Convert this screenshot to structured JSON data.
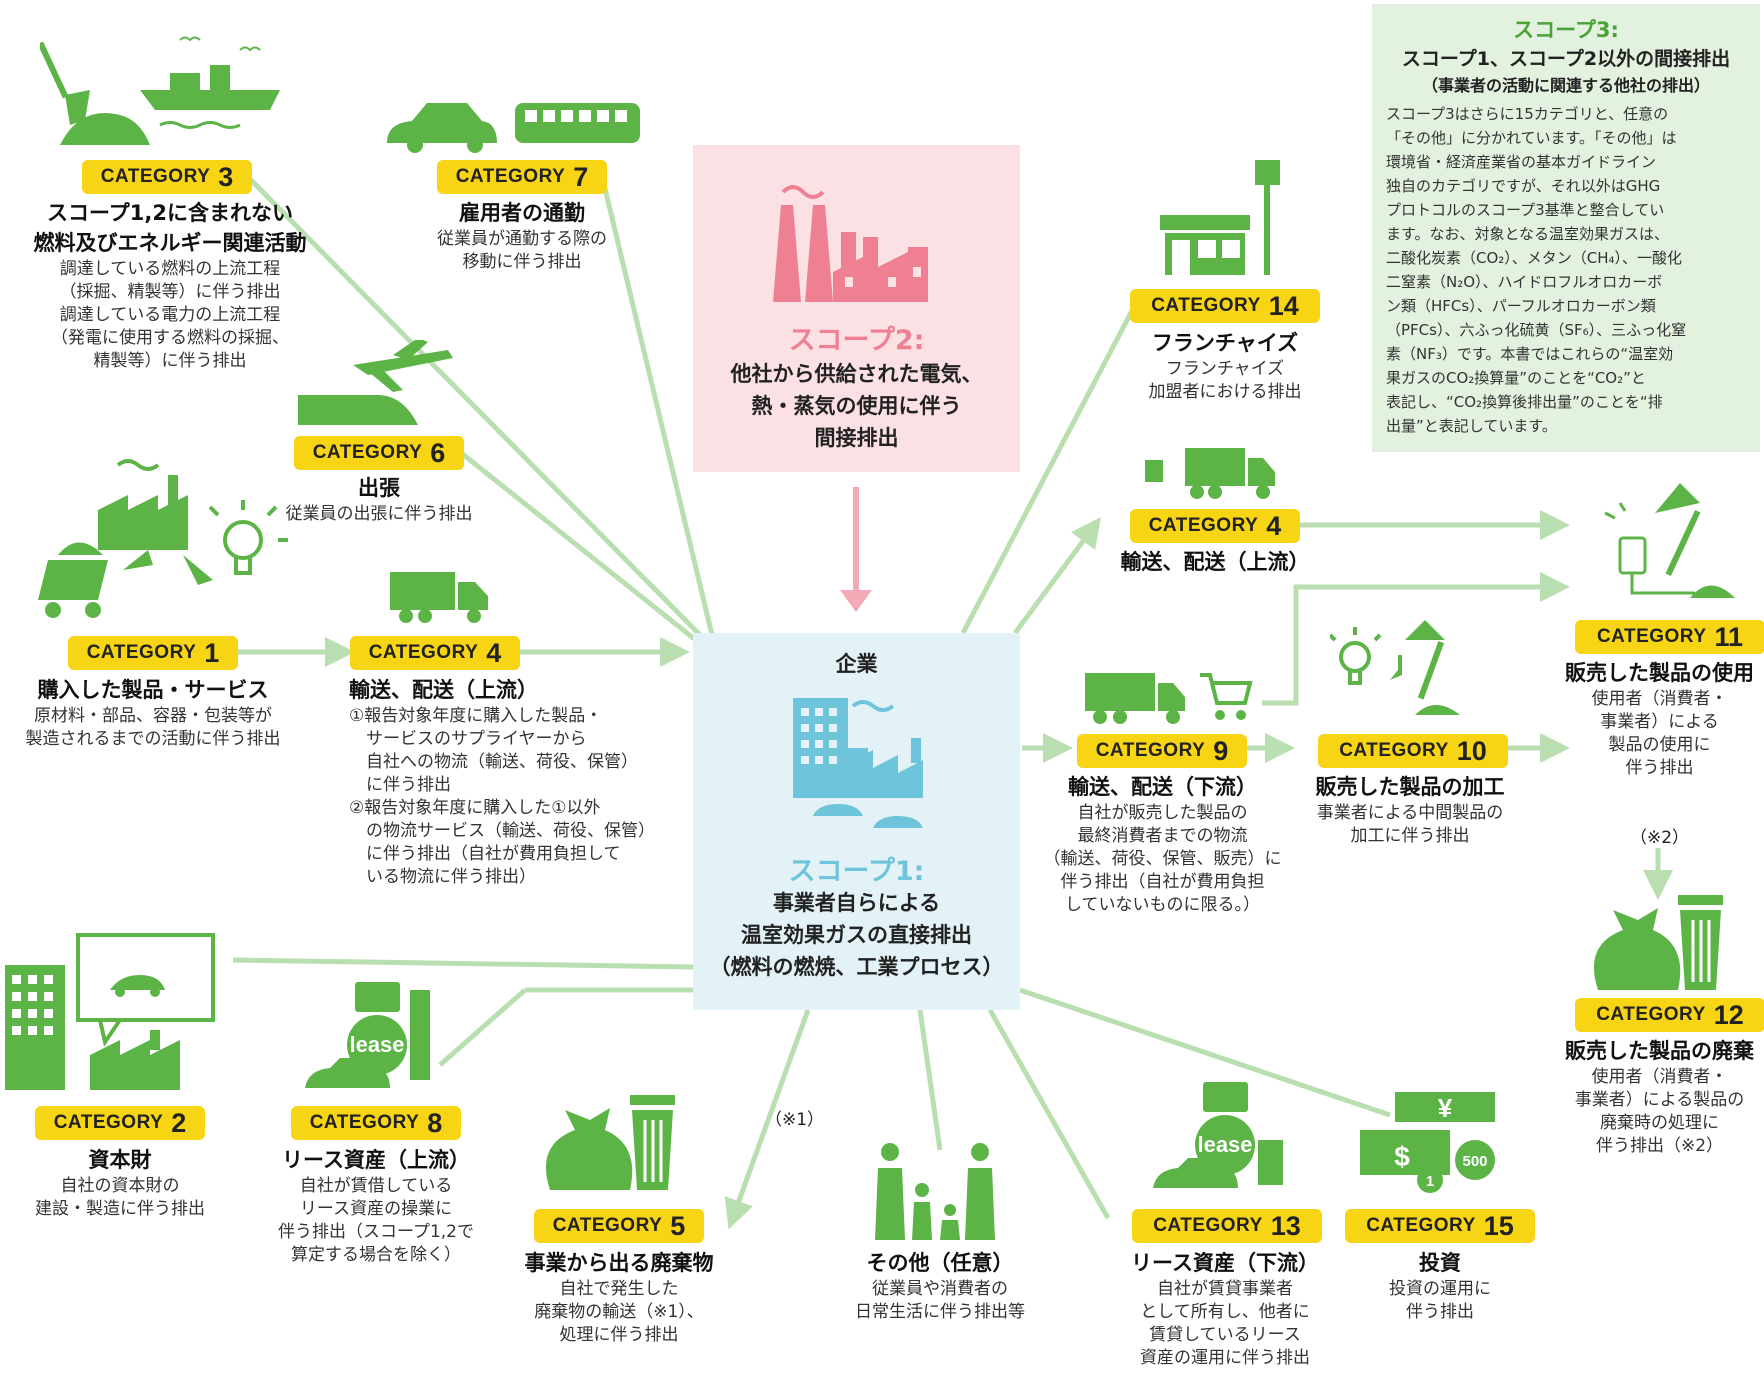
{
  "colors": {
    "line": "#b9deb0",
    "arrow_pink": "#f4a9b6",
    "icon_green": "#5cb447",
    "scope2_pink": "#ee8092",
    "scope1_blue": "#6ec4da",
    "badge_yellow": "#f7d414",
    "scope3_green": "#4aa336"
  },
  "badge_word": "CATEGORY",
  "categories": [
    {
      "num": "1",
      "title": "購入した製品・サービス",
      "desc": [
        "原材料・部品、容器・包装等が",
        "製造されるまでの活動に伴う排出"
      ]
    },
    {
      "num": "2",
      "title": "資本財",
      "desc": [
        "自社の資本財の",
        "建設・製造に伴う排出"
      ]
    },
    {
      "num": "3",
      "title": "スコープ1,2に含まれない",
      "title2": "燃料及びエネルギー関連活動",
      "desc": [
        "調達している燃料の上流工程",
        "（採掘、精製等）に伴う排出",
        "調達している電力の上流工程",
        "（発電に使用する燃料の採掘、",
        "精製等）に伴う排出"
      ]
    },
    {
      "num": "4",
      "title": "輸送、配送（上流）",
      "desc": [
        "①報告対象年度に購入した製品・",
        "　サービスのサプライヤーから",
        "　自社への物流（輸送、荷役、保管）",
        "　に伴う排出",
        "②報告対象年度に購入した①以外",
        "　の物流サービス（輸送、荷役、保管）",
        "　に伴う排出（自社が費用負担して",
        "　いる物流に伴う排出）"
      ]
    },
    {
      "num": "4",
      "title": "輸送、配送（上流）",
      "desc": []
    },
    {
      "num": "5",
      "title": "事業から出る廃棄物",
      "desc": [
        "自社で発生した",
        "廃棄物の輸送（※1）、",
        "処理に伴う排出"
      ]
    },
    {
      "num": "6",
      "title": "出張",
      "desc": [
        "従業員の出張に伴う排出"
      ]
    },
    {
      "num": "7",
      "title": "雇用者の通勤",
      "desc": [
        "従業員が通勤する際の",
        "移動に伴う排出"
      ]
    },
    {
      "num": "8",
      "title": "リース資産（上流）",
      "desc": [
        "自社が賃借している",
        "リース資産の操業に",
        "伴う排出（スコープ1,2で",
        "算定する場合を除く）"
      ]
    },
    {
      "num": "9",
      "title": "輸送、配送（下流）",
      "desc": [
        "自社が販売した製品の",
        "最終消費者までの物流",
        "（輸送、荷役、保管、販売）に",
        "伴う排出（自社が費用負担",
        "していないものに限る。）"
      ]
    },
    {
      "num": "10",
      "title": "販売した製品の加工",
      "desc": [
        "事業者による中間製品の",
        "加工に伴う排出"
      ]
    },
    {
      "num": "11",
      "title": "販売した製品の使用",
      "desc": [
        "使用者（消費者・",
        "事業者）による",
        "製品の使用に",
        "伴う排出"
      ]
    },
    {
      "num": "12",
      "title": "販売した製品の廃棄",
      "desc": [
        "使用者（消費者・",
        "事業者）による製品の",
        "廃棄時の処理に",
        "伴う排出（※2）"
      ]
    },
    {
      "num": "13",
      "title": "リース資産（下流）",
      "desc": [
        "自社が賃貸事業者",
        "として所有し、他者に",
        "賃貸しているリース",
        "資産の運用に伴う排出"
      ]
    },
    {
      "num": "14",
      "title": "フランチャイズ",
      "desc": [
        "フランチャイズ",
        "加盟者における排出"
      ]
    },
    {
      "num": "15",
      "title": "投資",
      "desc": [
        "投資の運用に",
        "伴う排出"
      ]
    }
  ],
  "other": {
    "title": "その他（任意）",
    "desc": [
      "従業員や消費者の",
      "日常生活に伴う排出等"
    ]
  },
  "scope1": {
    "company": "企業",
    "label": "スコープ1:",
    "lines": [
      "事業者自らによる",
      "温室効果ガスの直接排出",
      "（燃料の燃焼、工業プロセス）"
    ]
  },
  "scope2": {
    "label": "スコープ2:",
    "lines": [
      "他社から供給された電気、",
      "熱・蒸気の使用に伴う",
      "間接排出"
    ]
  },
  "scope3": {
    "label": "スコープ3:",
    "title": "スコープ1、スコープ2以外の間接排出",
    "subtitle": "（事業者の活動に関連する他社の排出）",
    "body": [
      "スコープ3はさらに15カテゴリと、任意の",
      "「その他」に分かれています。「その他」は",
      "環境省・経済産業省の基本ガイドライン",
      "独自のカテゴリですが、それ以外はGHG",
      "プロトコルのスコープ3基準と整合してい",
      "ます。なお、対象となる温室効果ガスは、",
      "二酸化炭素（CO₂）、メタン（CH₄）、一酸化",
      "二窒素（N₂O）、ハイドロフルオロカーボ",
      "ン類（HFCs）、パーフルオロカーボン類",
      "（PFCs）、六ふっ化硫黄（SF₆）、三ふっ化窒",
      "素（NF₃）です。本書ではこれらの“温室効",
      "果ガスのCO₂換算量”のことを“CO₂”と",
      "表記し、“CO₂換算後排出量”のことを“排",
      "出量”と表記しています。"
    ]
  },
  "notes": {
    "n1": "（※1）",
    "n2": "（※2）"
  },
  "icon_labels": {
    "lease": "lease",
    "yen": "¥",
    "dollar": "$",
    "coin1": "1",
    "coin500": "500"
  }
}
